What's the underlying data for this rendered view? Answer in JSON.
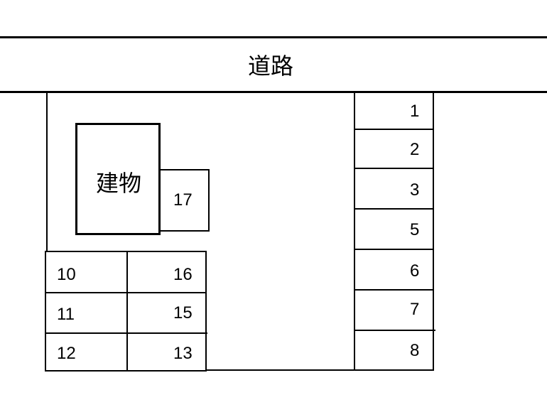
{
  "road": {
    "label": "道路"
  },
  "building": {
    "label": "建物"
  },
  "spaces": {
    "right_column": [
      "1",
      "2",
      "3",
      "5",
      "6",
      "7",
      "8"
    ],
    "annex": "17",
    "left_grid": {
      "left": [
        "10",
        "11",
        "12"
      ],
      "right": [
        "16",
        "15",
        "13"
      ]
    }
  },
  "colors": {
    "line": "#000000",
    "background": "#ffffff"
  }
}
